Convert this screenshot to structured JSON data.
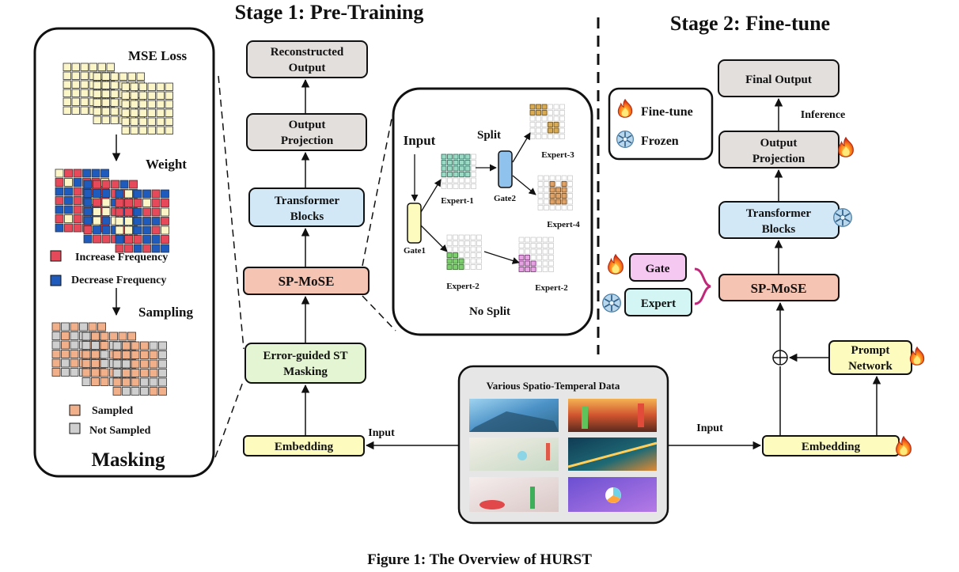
{
  "stage1": {
    "title": "Stage 1: Pre-Training"
  },
  "stage2": {
    "title": "Stage 2:  Fine-tune"
  },
  "masking": {
    "title": "Masking",
    "mse_loss": "MSE Loss",
    "weight": "Weight",
    "increase_freq": "Increase Frequency",
    "decrease_freq": "Decrease Frequency",
    "sampling": "Sampling",
    "sampled": "Sampled",
    "not_sampled": "Not Sampled"
  },
  "pretrain": {
    "reconstructed_l1": "Reconstructed",
    "reconstructed_l2": "Output",
    "output_proj_l1": "Output",
    "output_proj_l2": "Projection",
    "transformer_l1": "Transformer",
    "transformer_l2": "Blocks",
    "spmose": "SP-MoSE",
    "masking_l1": "Error-guided ST",
    "masking_l2": "Masking",
    "embedding": "Embedding",
    "input": "Input"
  },
  "mose": {
    "input": "Input",
    "split": "Split",
    "no_split": "No Split",
    "gate1": "Gate1",
    "gate2": "Gate2",
    "expert1": "Expert-1",
    "expert2a": "Expert-2",
    "expert2b": "Expert-2",
    "expert3": "Expert-3",
    "expert4": "Expert-4"
  },
  "data": {
    "title": "Various Spatio-Temperal Data",
    "input_label": "Input"
  },
  "finetune": {
    "legend_finetune": "Fine-tune",
    "legend_frozen": "Frozen",
    "final_output": "Final Output",
    "inference": "Inference",
    "output_proj_l1": "Output",
    "output_proj_l2": "Projection",
    "transformer_l1": "Transformer",
    "transformer_l2": "Blocks",
    "gate": "Gate",
    "expert": "Expert",
    "spmose": "SP-MoSE",
    "prompt_l1": "Prompt",
    "prompt_l2": "Network",
    "embedding": "Embedding"
  },
  "caption": "Figure 1: The Overview of HURST",
  "colors": {
    "gray_box": "#e2dfdd",
    "blue_box": "#d3e8f6",
    "salmon_box": "#f6c4b3",
    "green_box": "#e4f5d3",
    "yellow_box": "#fdfbbd",
    "pink_box": "#f4c8f1",
    "cyan_box": "#d3f5f4",
    "cream_cell": "#fbf5c8",
    "red_cell": "#e64a5a",
    "blue_cell": "#1f5bbd",
    "orange_cell": "#f2b08a",
    "gray_cell": "#cfcfcf"
  }
}
